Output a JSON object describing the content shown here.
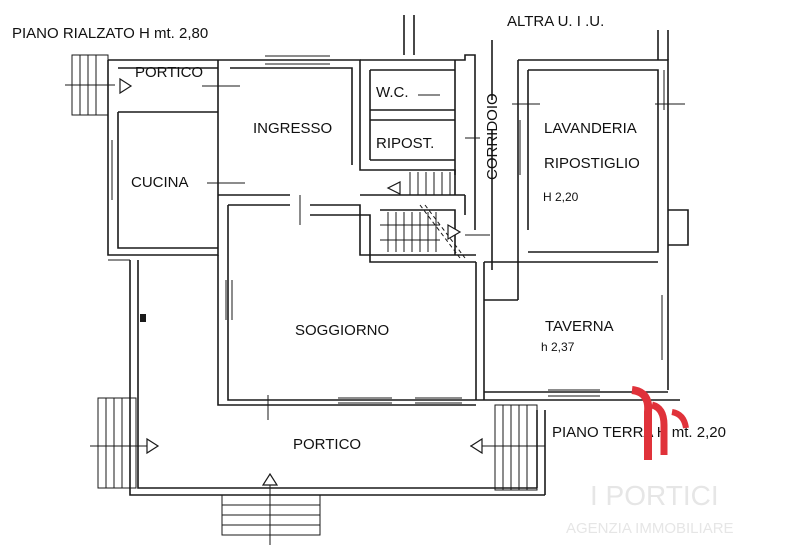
{
  "plan": {
    "headings": {
      "upper_floor": "PIANO RIALZATO H mt. 2,80",
      "adjacent_unit": "ALTRA U. I .U.",
      "ground_floor": "PIANO TERRA H mt. 2,20"
    },
    "rooms": {
      "portico_top": "PORTICO",
      "wc": "W.C.",
      "ingresso": "INGRESSO",
      "ripost": "RIPOST.",
      "corridoio": "CORRIDOIO",
      "lavanderia": "LAVANDERIA",
      "ripostiglio": "RIPOSTIGLIO",
      "ripostiglio_height": "H 2,20",
      "cucina": "CUCINA",
      "soggiorno": "SOGGIORNO",
      "taverna": "TAVERNA",
      "taverna_height": "h 2,37",
      "portico_bottom": "PORTICO"
    }
  },
  "watermark": {
    "name": "I PORTICI",
    "subtitle": "AGENZIA IMMOBILIARE",
    "logo_color": "#e0323a"
  },
  "colors": {
    "wall": "#1a1a1a",
    "background": "#ffffff"
  }
}
